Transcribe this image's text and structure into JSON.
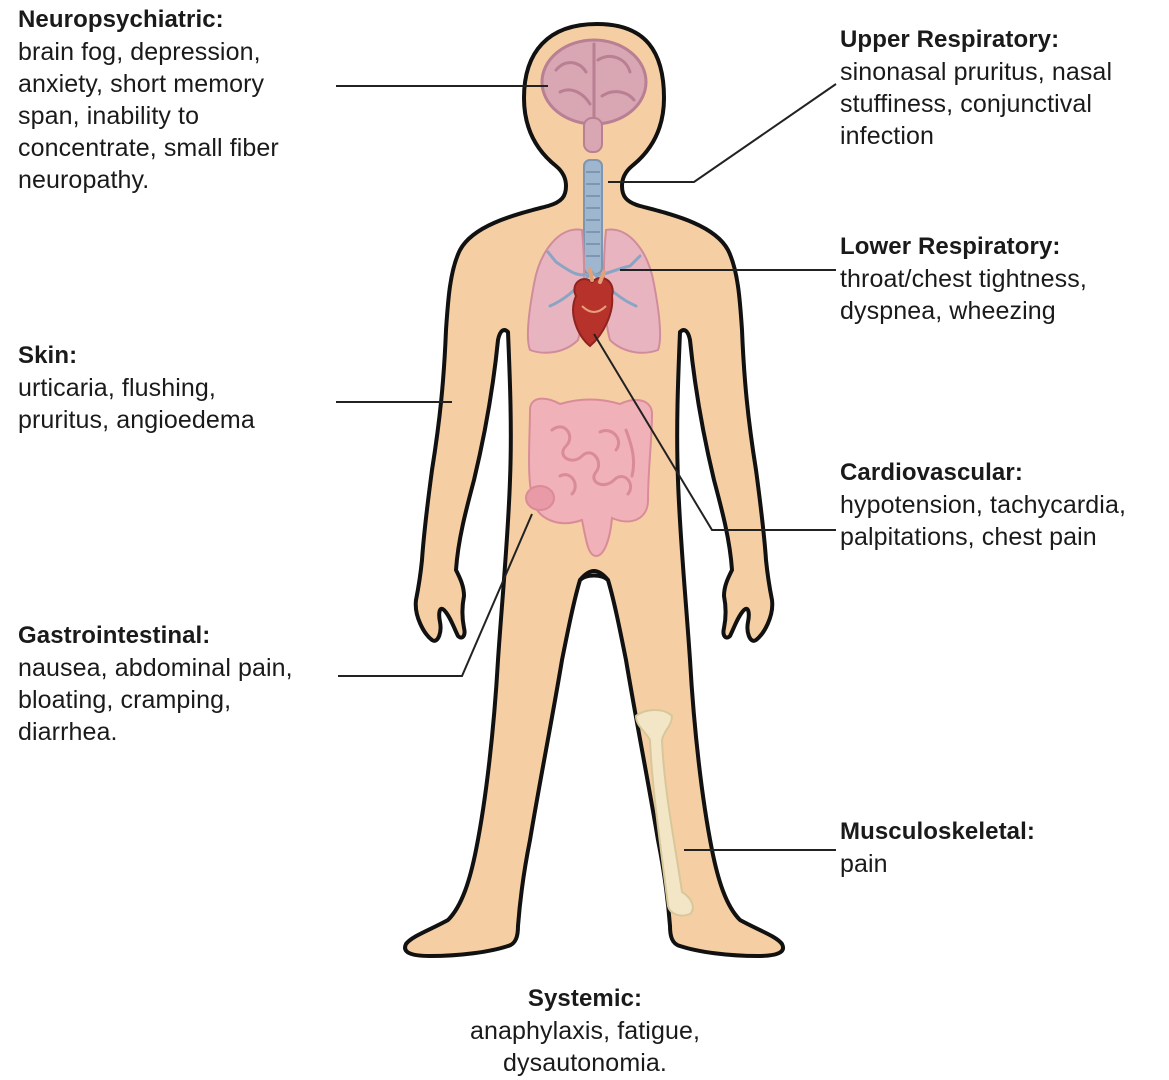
{
  "categories": [
    {
      "id": "neuro",
      "heading": "Neuropsychiatric:",
      "detail": "brain fog, depression,\nanxiety, short memory\nspan, inability to\nconcentrate, small fiber\nneuropathy."
    },
    {
      "id": "upper",
      "heading": "Upper Respiratory:",
      "detail": "sinonasal pruritus, nasal\nstuffiness, conjunctival\ninfection"
    },
    {
      "id": "lower",
      "heading": "Lower Respiratory:",
      "detail": "throat/chest tightness,\ndyspnea, wheezing"
    },
    {
      "id": "skin",
      "heading": "Skin:",
      "detail": "urticaria, flushing,\npruritus, angioedema"
    },
    {
      "id": "cardio",
      "heading": "Cardiovascular:",
      "detail": "hypotension, tachycardia,\npalpitations, chest pain"
    },
    {
      "id": "gi",
      "heading": "Gastrointestinal:",
      "detail": "nausea, abdominal pain,\nbloating, cramping,\ndiarrhea."
    },
    {
      "id": "msk",
      "heading": "Musculoskeletal:",
      "detail": "pain"
    },
    {
      "id": "systemic",
      "heading": "Systemic:",
      "detail": "anaphylaxis, fatigue,\ndysautonomia."
    }
  ],
  "colors": {
    "skin_fill": "#f5cfa3",
    "outline": "#111111",
    "brain": "#d9a6b4",
    "brain_dark": "#b97f92",
    "trachea": "#9fb6cf",
    "lung": "#e8b4c0",
    "bronchi": "#8aa5c4",
    "heart": "#b8322c",
    "intestine": "#f0b1b9",
    "intestine_dark": "#d98c98",
    "bone": "#f2e6c6",
    "leader_line": "#222222"
  }
}
